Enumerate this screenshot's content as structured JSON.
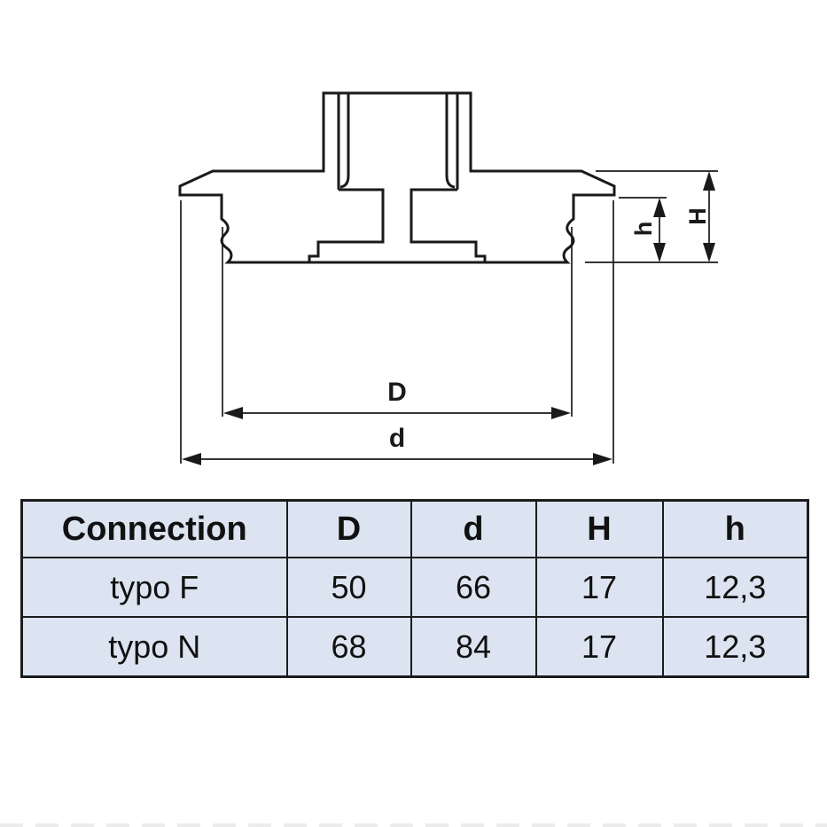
{
  "diagram": {
    "labels": {
      "D": "D",
      "d": "d",
      "H": "H",
      "h": "h"
    }
  },
  "table": {
    "headers": [
      "Connection",
      "D",
      "d",
      "H",
      "h"
    ],
    "rows": [
      [
        "typo F",
        "50",
        "66",
        "17",
        "12,3"
      ],
      [
        "typo N",
        "68",
        "84",
        "17",
        "12,3"
      ]
    ]
  },
  "colors": {
    "page_background": "#ffffff",
    "drawing_line": "#1a1a1a",
    "table_cell_fill": "#dbe4f0",
    "table_border": "#1c1c1c"
  }
}
